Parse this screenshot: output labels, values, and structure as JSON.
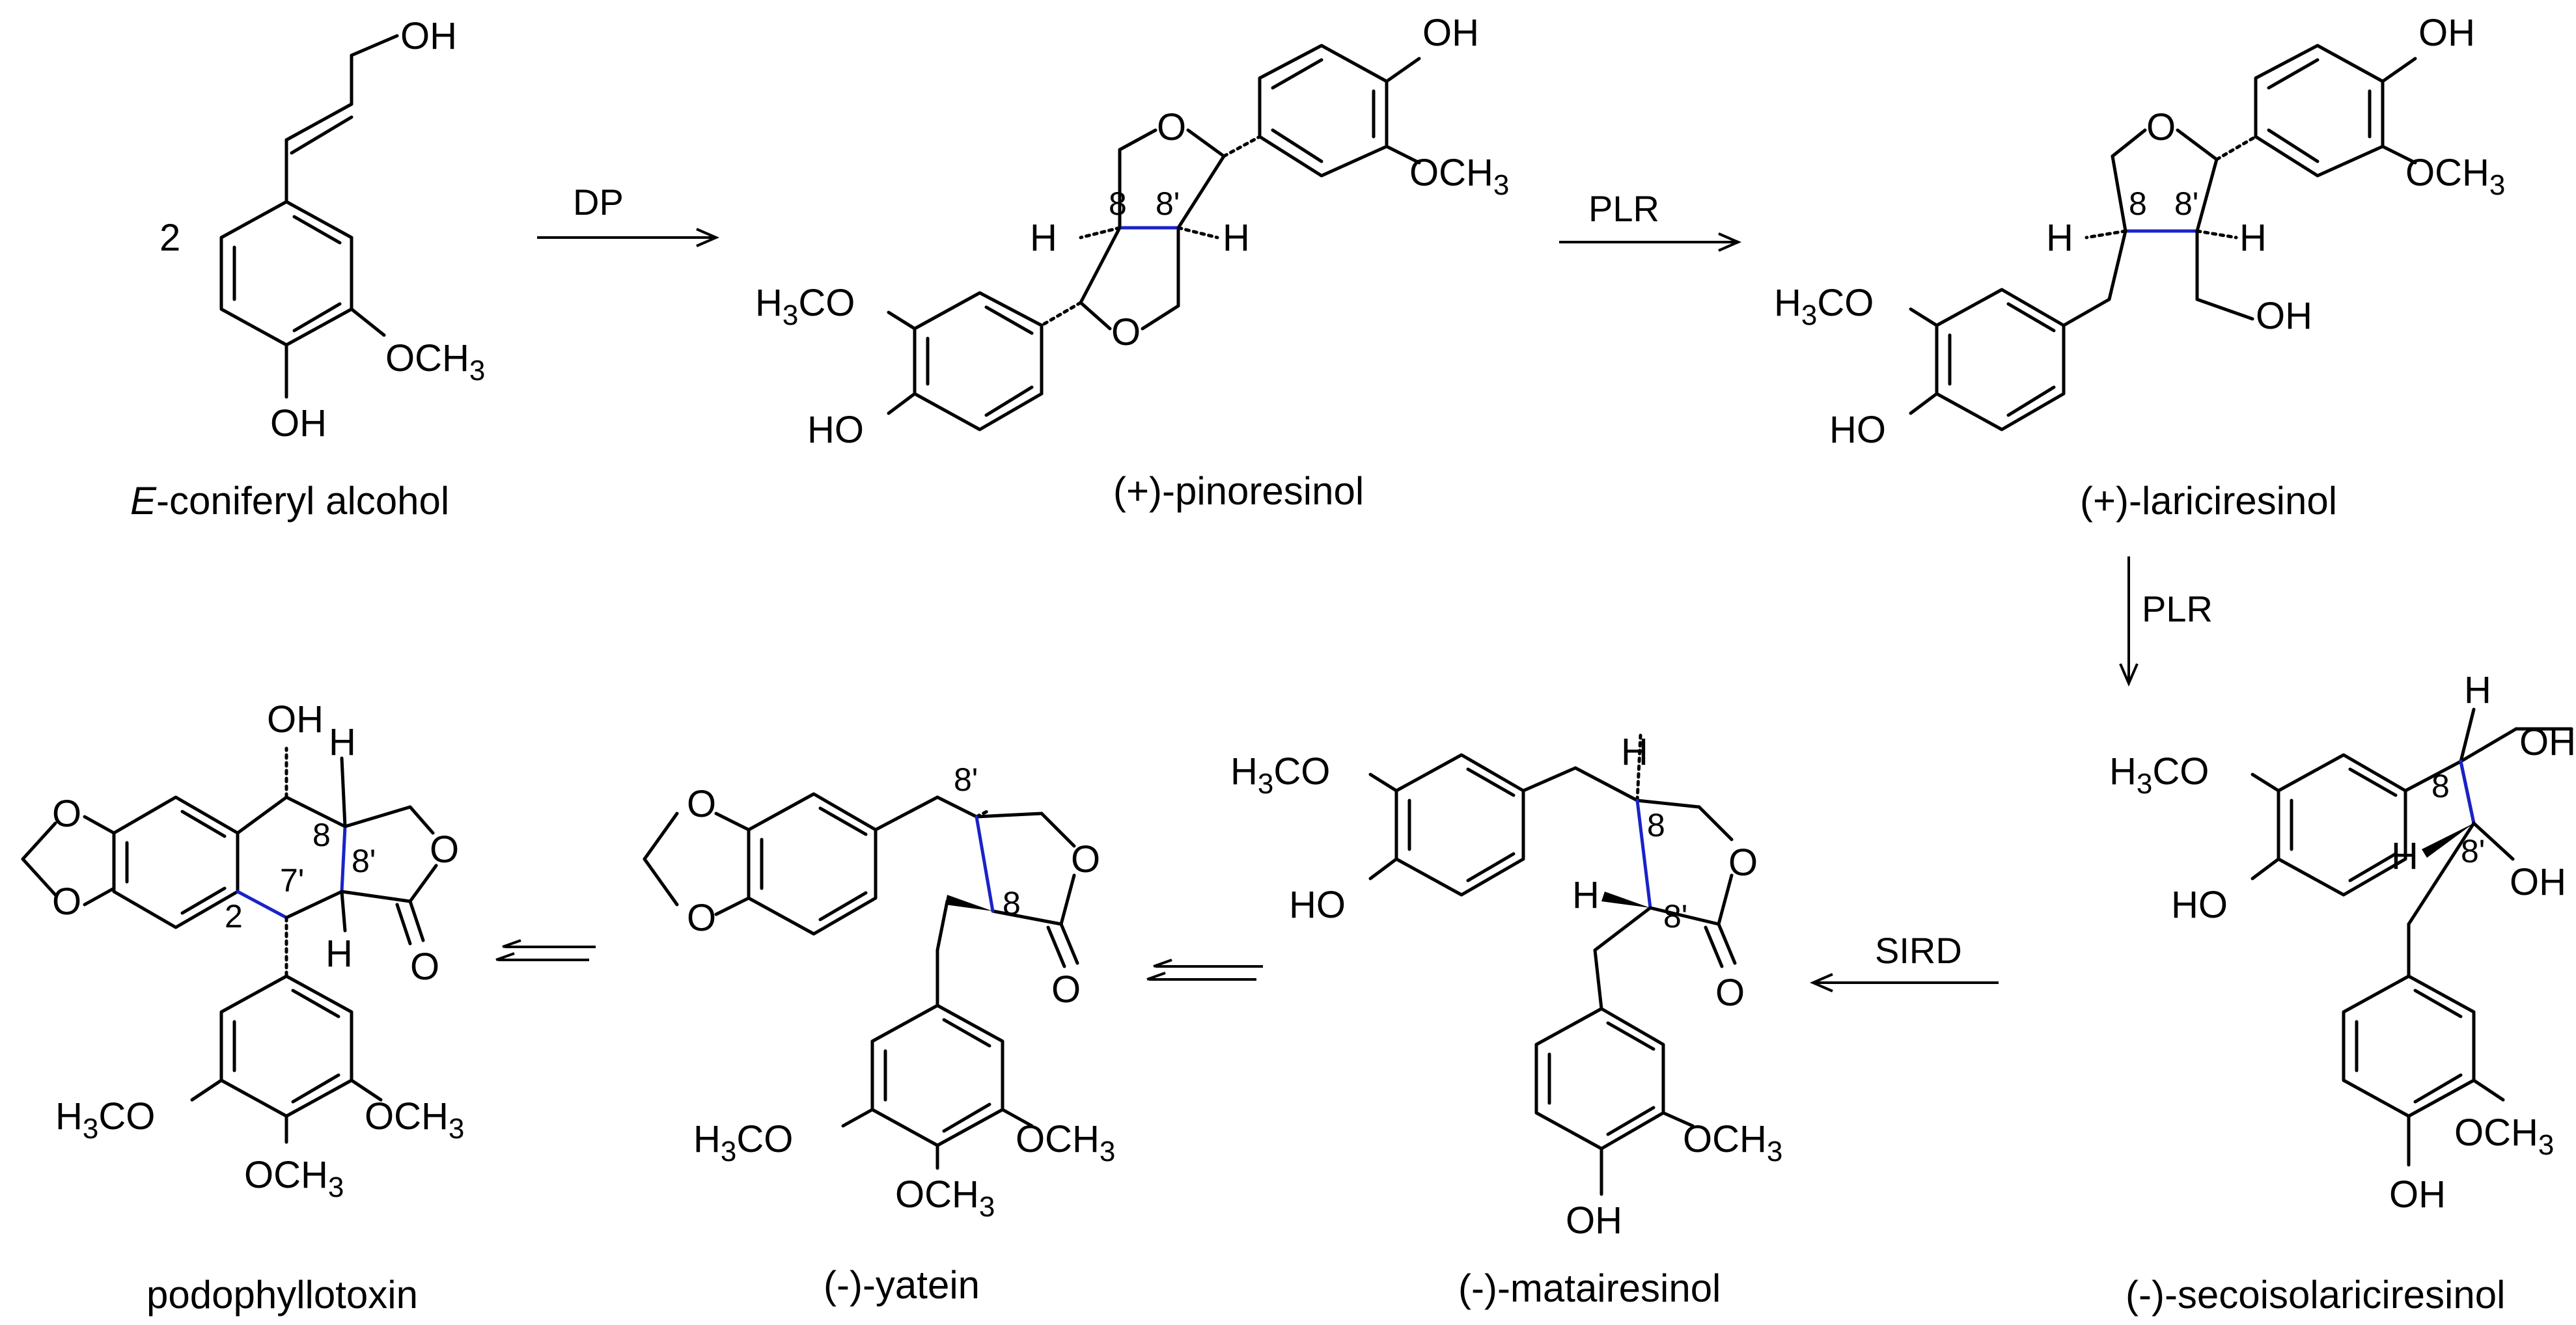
{
  "compounds": {
    "coniferyl": {
      "prefix": "E",
      "name": "-coniferyl alcohol",
      "coefficient": "2"
    },
    "pinoresinol": {
      "name": "(+)-pinoresinol"
    },
    "lariciresinol": {
      "name": "(+)-lariciresinol"
    },
    "secoisolariciresinol": {
      "name": "(-)-secoisolariciresinol"
    },
    "matairesinol": {
      "name": "(-)-matairesinol"
    },
    "yatein": {
      "name": "(-)-yatein"
    },
    "podophyllotoxin": {
      "name": "podophyllotoxin"
    }
  },
  "enzymes": {
    "dp": "DP",
    "plr1": "PLR",
    "plr2": "PLR",
    "sird": "SIRD"
  },
  "groups": {
    "oh": "OH",
    "ho": "HO",
    "och3": "OCH",
    "h3co": "H",
    "co": "CO",
    "sub3": "3",
    "o": "O",
    "h": "H"
  },
  "positions": {
    "c8": "8",
    "c8p": "8'",
    "c7p": "7'",
    "c2": "2"
  },
  "colors": {
    "new_bond": "#1a22c8",
    "ink": "#000000"
  }
}
